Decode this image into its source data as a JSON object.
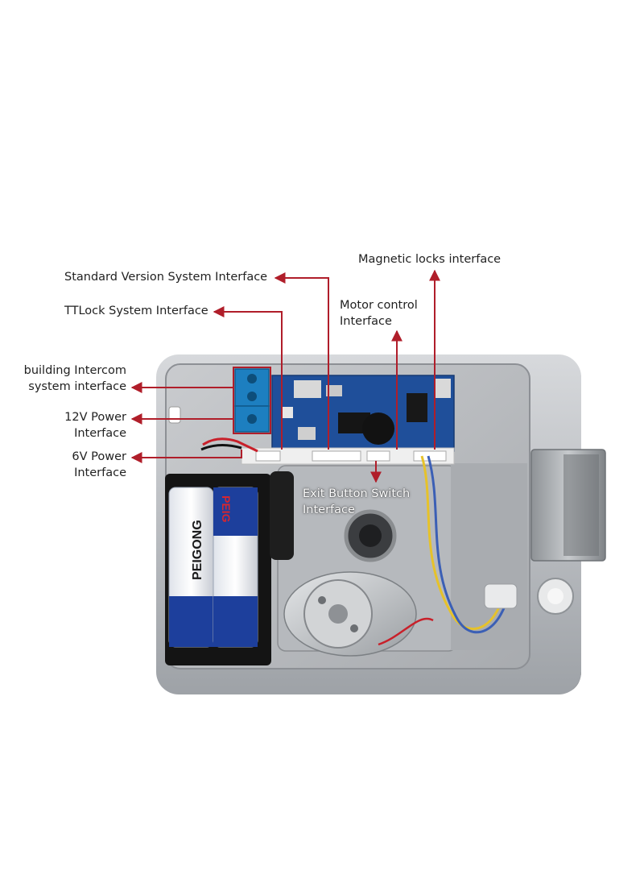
{
  "labels": {
    "standard": "Standard Version System Interface",
    "ttlock": "TTLock System Interface",
    "magnetic": "Magnetic locks interface",
    "motor_line1": "Motor control",
    "motor_line2": "Interface",
    "intercom_line1": "building Intercom",
    "intercom_line2": "system interface",
    "power12_line1": "12V Power",
    "power12_line2": "Interface",
    "power6_line1": "6V Power",
    "power6_line2": "Interface",
    "exit_line1": "Exit Button Switch",
    "exit_line2": "Interface"
  },
  "battery": {
    "brand": "PEIGONG",
    "brand_short": "PEIG"
  },
  "colors": {
    "callout": "#b01e2a",
    "housing": "#b9bcc0",
    "housing_dark": "#3a3a3c",
    "pcb": "#1f4f9a",
    "terminal": "#1d7fc0"
  }
}
